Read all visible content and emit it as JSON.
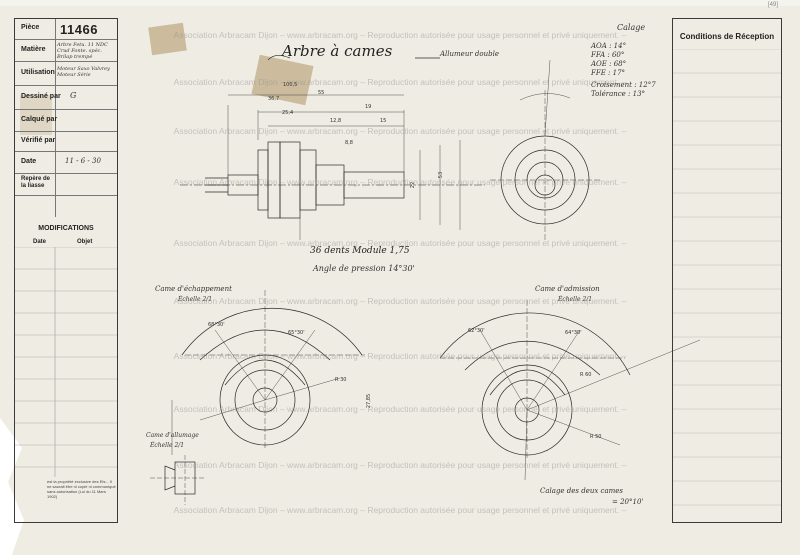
{
  "sheet": {
    "corner_number": "[49]",
    "title": "Arbre à cames",
    "subtitle": "Allumeur double",
    "calage": {
      "heading": "Calage",
      "lines": [
        "AOA : 14°",
        "FFA : 60°",
        "AOE : 68°",
        "FFE : 17°",
        "Croisement : 12°7",
        "Tolérance : 13°"
      ]
    },
    "gear_spec": "36 dents Module 1,75",
    "pressure_angle": "Angle de pression 14°30'",
    "notes": {
      "came_echappement": "Came d'échappement",
      "echelle_1": "Échelle 2/1",
      "came_admission": "Came d'admission",
      "echelle_2": "Échelle 2/1",
      "came_allumage": "Came d'allumage",
      "echelle_3": "Échelle 2/1",
      "calage_deux_cames": "Calage des deux cames",
      "calage_deux_cames_angle": "= 20°10'"
    },
    "dimensions": {
      "d1": "100,5",
      "d2": "36,7",
      "d3": "55",
      "d4": "25,4",
      "d5": "12,8",
      "d6": "8,8",
      "d7": "53",
      "d8": "22",
      "d9": "19",
      "d10": "15",
      "d11": "R 30",
      "d12": "R 60",
      "d13": "R 50",
      "d14": "27,85",
      "d15": "68°30'",
      "d16": "65°30'",
      "d17": "62°30'",
      "d18": "64°30'"
    }
  },
  "title_block": {
    "rows": [
      {
        "label": "Pièce",
        "value": "11466"
      },
      {
        "label": "Matière",
        "value": "Arbre Fetu. 11 NDC Crud Fonte. spéc. Brilap trempé"
      },
      {
        "label": "Utilisation",
        "value": "Moteur Saxo Valvrey Moteur Série"
      },
      {
        "label": "Dessiné par",
        "value": "G"
      },
      {
        "label": "Calqué par",
        "value": ""
      },
      {
        "label": "Vérifié par",
        "value": ""
      },
      {
        "label": "Date",
        "value": "11 - 6 - 30"
      },
      {
        "label": "Repère de la liasse",
        "value": ""
      }
    ],
    "modifications_title": "MODIFICATIONS",
    "col_date": "Date",
    "col_objet": "Objet",
    "notice": "est la propriété exclusive des Ets... Il ne saurait être ni copié ni communiqué sans autorisation (Loi du 11 Mars 1902)"
  },
  "conditions": {
    "title": "Conditions de Réception"
  },
  "watermark": "Association Arbracam Dijon – www.arbracam.org – Reproduction autorisée pour usage personnel et privé uniquement. –"
}
